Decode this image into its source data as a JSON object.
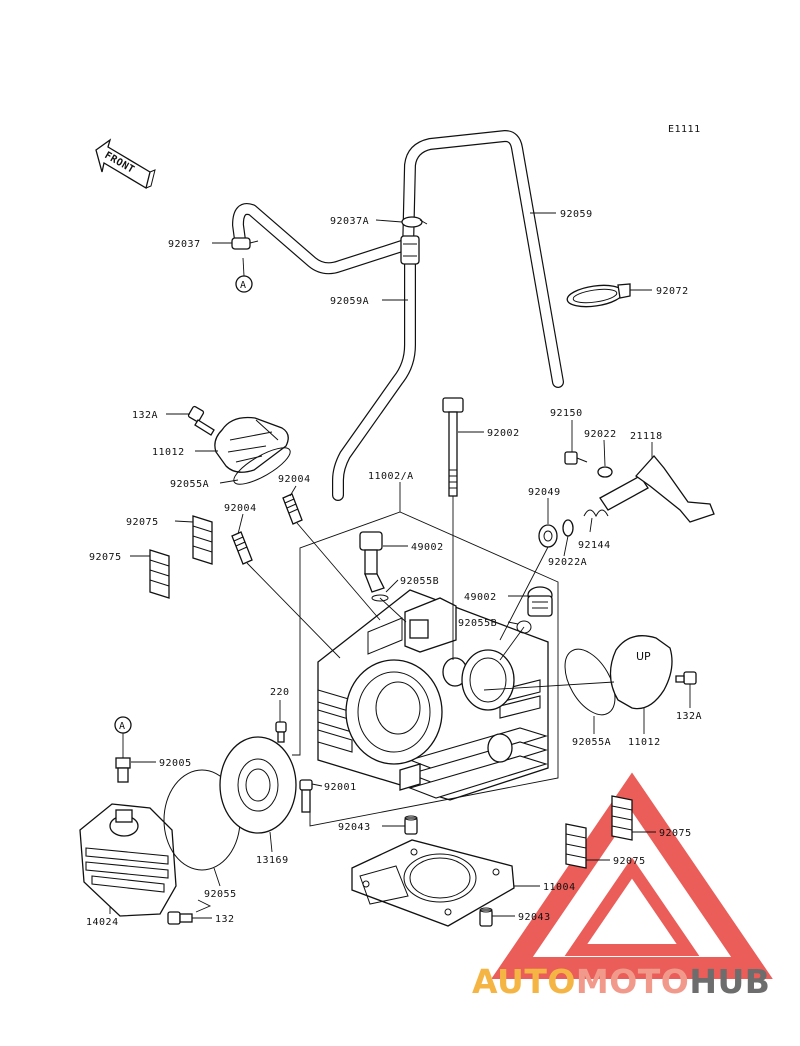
{
  "diagram_code": "E1111",
  "front_label": "FRONT",
  "ref_marker": "A",
  "labels": {
    "p92059": "92059",
    "p92037A": "92037A",
    "p92037": "92037",
    "p92059A": "92059A",
    "p92072": "92072",
    "p132A_top": "132A",
    "p11012_top": "11012",
    "p92055A_top": "92055A",
    "p92004_a": "92004",
    "p92004_b": "92004",
    "p11002A": "11002/A",
    "p92002": "92002",
    "p92150": "92150",
    "p92022": "92022",
    "p21118": "21118",
    "p92049": "92049",
    "p92144": "92144",
    "p92022A": "92022A",
    "p92075_a": "92075",
    "p92075_b": "92075",
    "p49002_a": "49002",
    "p92055B_a": "92055B",
    "p49002_b": "49002",
    "p92055B_b": "92055B",
    "p92055A_right": "92055A",
    "p11012_right": "11012",
    "p132A_right": "132A",
    "p220": "220",
    "p92005": "92005",
    "p92001": "92001",
    "p92043_a": "92043",
    "p13169": "13169",
    "p92055": "92055",
    "p14024": "14024",
    "p132": "132",
    "p92075_c": "92075",
    "p92075_d": "92075",
    "p11004": "11004",
    "p92043_b": "92043"
  },
  "watermark": {
    "part1": "AUTO",
    "part2": "MOTO",
    "part3": "HUB",
    "color1": "#f5b544",
    "color2": "#f19a8c",
    "color3": "#6d6d6d",
    "triangle_color": "#e8413c"
  }
}
